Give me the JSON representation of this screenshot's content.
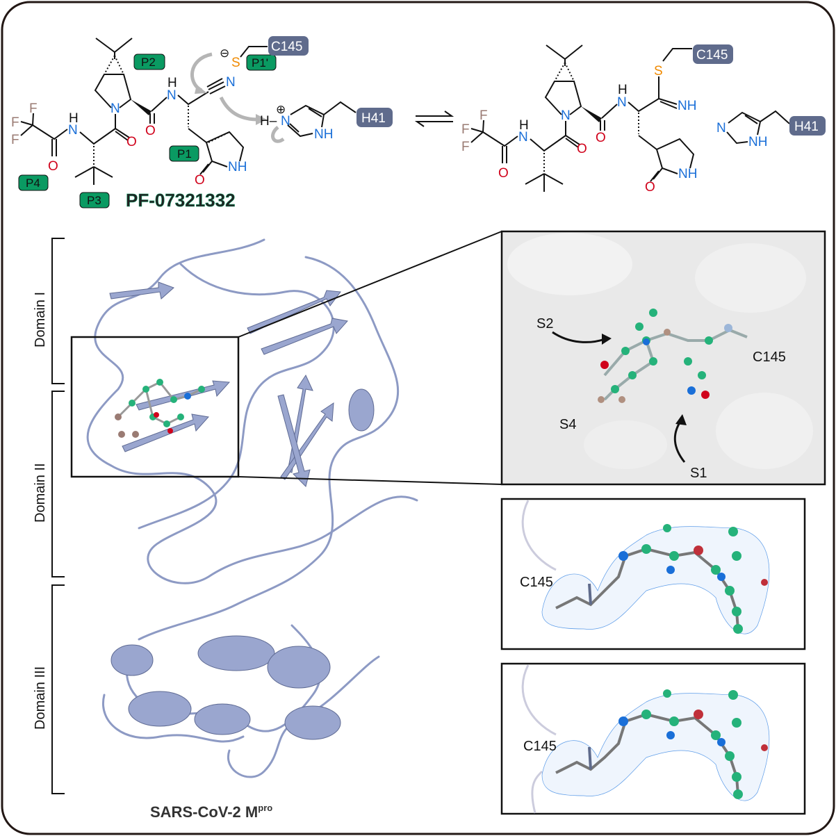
{
  "scheme": {
    "compound_name": "PF-07321332",
    "pocket_labels": [
      "P2",
      "P1'",
      "P1",
      "P4",
      "P3"
    ],
    "residues": {
      "cys": "C145",
      "his": "H41"
    },
    "atoms": {
      "N": "N",
      "O": "O",
      "F": "F",
      "S": "S",
      "H": "H",
      "NH": "NH",
      "H_minus": "H–",
      "plus": "⊕",
      "minus": "⊖"
    }
  },
  "structure": {
    "title": "SARS-CoV-2 M",
    "title_superscript": "pro",
    "domains": [
      "Domain I",
      "Domain II",
      "Domain III"
    ]
  },
  "pocket_panel": {
    "labels": {
      "s2": "S2",
      "s4": "S4",
      "s1": "S1",
      "c145": "C145"
    }
  },
  "density_panels": [
    {
      "label": "C145"
    },
    {
      "label": "C145"
    }
  ],
  "colors": {
    "badge": "#5f6b8c",
    "pocket_label": "#0a9a62",
    "nitrogen": "#1a6fd8",
    "oxygen": "#d0021b",
    "sulfur": "#f08a00",
    "ribbon": "#8d9ac4"
  }
}
